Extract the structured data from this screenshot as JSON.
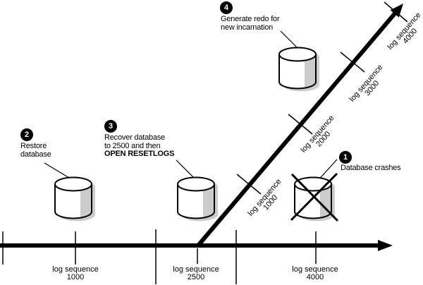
{
  "palette": {
    "ink": "#000000",
    "paper": "#ffffff",
    "cylinder_shading": "#cccccc"
  },
  "icons": {
    "database": "database-cylinder-icon",
    "crashed_database": "crossed-out-database-cylinder-icon",
    "axis_arrowhead": "arrowhead-icon"
  },
  "steps": [
    {
      "number": "1",
      "label": "Database crashes"
    },
    {
      "number": "2",
      "label": "Restore\ndatabase"
    },
    {
      "number": "3",
      "label": "Recover database\nto 2500 and then",
      "bold_label": "OPEN RESETLOGS"
    },
    {
      "number": "4",
      "label": "Generate redo for\nnew incarnation"
    }
  ],
  "horizontal_axis": {
    "labels": [
      {
        "line1": "log sequence",
        "line2": "1000"
      },
      {
        "line1": "log sequence",
        "line2": "2500"
      },
      {
        "line1": "log sequence",
        "line2": "4000"
      }
    ]
  },
  "diagonal_axis": {
    "labels": [
      {
        "line1": "log sequence",
        "line2": "1000"
      },
      {
        "line1": "log sequence",
        "line2": "2000"
      },
      {
        "line1": "log sequence",
        "line2": "3000"
      },
      {
        "line1": "log sequence",
        "line2": "4000"
      }
    ]
  }
}
